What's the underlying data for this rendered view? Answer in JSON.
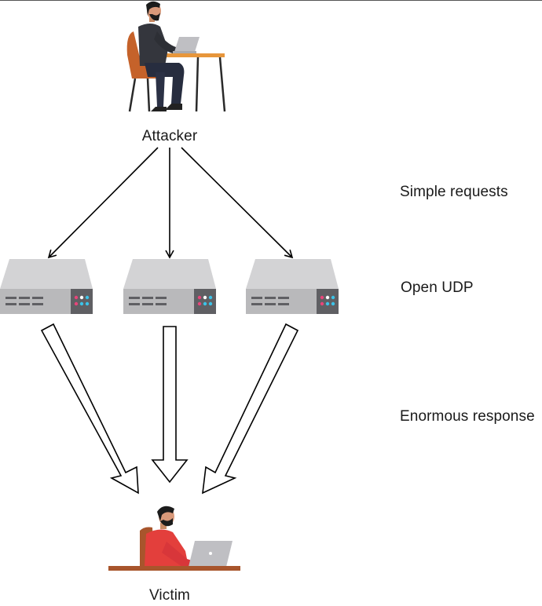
{
  "nodes": {
    "attacker": {
      "label": "Attacker",
      "icon": "attacker-at-desk-icon"
    },
    "servers": [
      {
        "icon": "server-icon"
      },
      {
        "icon": "server-icon"
      },
      {
        "icon": "server-icon"
      }
    ],
    "victim": {
      "label": "Victim",
      "icon": "victim-at-laptop-icon"
    }
  },
  "annotations": {
    "simple_requests": "Simple requests",
    "open_udp": "Open UDP",
    "enormous_response": "Enormous response"
  },
  "colors": {
    "line": "#000000",
    "server_body": "#b9b9bb",
    "server_top": "#d3d3d5",
    "server_panel": "#5f5f63",
    "attacker_shirt": "#34363d",
    "attacker_chair": "#c5622a",
    "desk": "#e7963b",
    "victim_shirt": "#e33f3c",
    "laptop": "#bfbfc3"
  }
}
